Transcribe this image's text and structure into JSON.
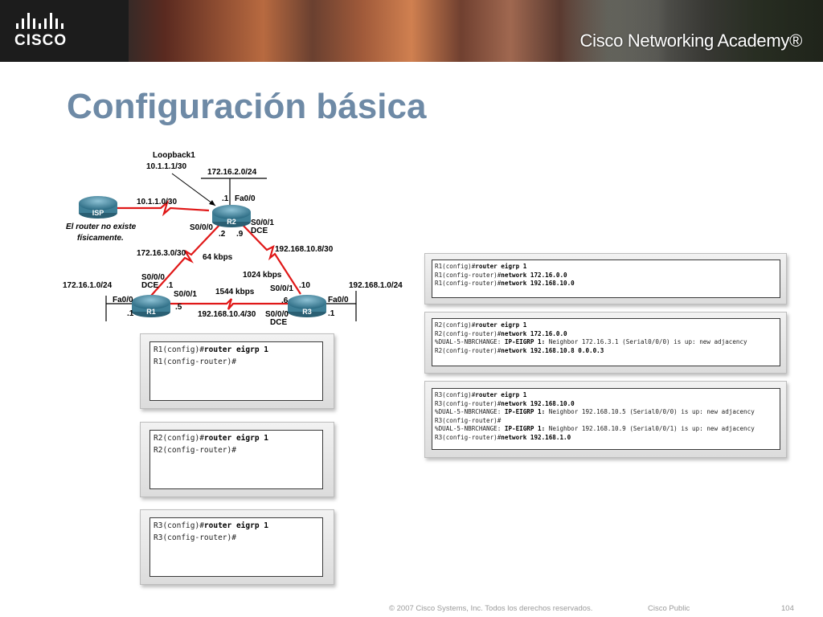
{
  "header": {
    "logo_text": "CISCO",
    "academy_text": "Cisco Networking Academy®"
  },
  "title": "Configuración básica",
  "topology": {
    "routers": {
      "isp": "ISP",
      "r1": "R1",
      "r2": "R2",
      "r3": "R3"
    },
    "loopback_label": "Loopback1",
    "loopback_addr": "10.1.1.1/30",
    "isp_link": "10.1.1.0/30",
    "isp_note_line1": "El router no existe",
    "isp_note_line2": "físicamente.",
    "r2_lan": "172.16.2.0/24",
    "r2_fa_dot": ".1",
    "r2_fa": "Fa0/0",
    "r2_s000": "S0/0/0",
    "r2_s001": "S0/0/1",
    "r2_dce": "DCE",
    "r2_dot2": ".2",
    "r2_dot9": ".9",
    "link_r1r2": "172.16.3.0/30",
    "speed_r1r2": "64 kbps",
    "link_r2r3": "192.168.10.8/30",
    "speed_r2r3": "1024 kbps",
    "r1_lan": "172.16.1.0/24",
    "r1_s000": "S0/0/0",
    "r1_dce": "DCE",
    "r1_dot1": ".1",
    "r1_s001": "S0/0/1",
    "speed_r1r3": "1544 kbps",
    "r1_dot5": ".5",
    "r1_fa": "Fa0/0",
    "r1_fa_dot": ".1",
    "link_r1r3": "192.168.10.4/30",
    "r3_s001": "S0/0/1",
    "r3_dot10": ".10",
    "r3_dot6": ".6",
    "r3_s000": "S0/0/0",
    "r3_dce": "DCE",
    "r3_lan": "192.168.1.0/24",
    "r3_fa": "Fa0/0",
    "r3_fa_dot": ".1"
  },
  "left_cli": [
    {
      "prompt": "R1(config)#",
      "cmd": "router eigrp 1",
      "lines": [
        {
          "prompt": "R1(config-router)#",
          "cmd": ""
        }
      ]
    },
    {
      "prompt": "R2(config)#",
      "cmd": "router eigrp 1",
      "lines": [
        {
          "prompt": "R2(config-router)#",
          "cmd": ""
        }
      ]
    },
    {
      "prompt": "R3(config)#",
      "cmd": "router eigrp 1",
      "lines": [
        {
          "prompt": "R3(config-router)#",
          "cmd": ""
        }
      ]
    }
  ],
  "right_cli": [
    {
      "lines": [
        {
          "prompt": "R1(config)#",
          "cmd": "router eigrp 1",
          "rest": ""
        },
        {
          "prompt": "R1(config-router)#",
          "cmd": "network 172.16.0.0",
          "rest": ""
        },
        {
          "prompt": "R1(config-router)#",
          "cmd": "network 192.168.10.0",
          "rest": ""
        }
      ]
    },
    {
      "lines": [
        {
          "prompt": "R2(config)#",
          "cmd": "router eigrp 1",
          "rest": ""
        },
        {
          "prompt": "R2(config-router)#",
          "cmd": "network 172.16.0.0",
          "rest": ""
        },
        {
          "prompt": "%DUAL-5-NBRCHANGE: ",
          "cmd": "IP-EIGRP 1:",
          "rest": " Neighbor 172.16.3.1 (Serial0/0/0) is up: new adjacency"
        },
        {
          "prompt": "R2(config-router)#",
          "cmd": "network 192.168.10.8 0.0.0.3",
          "rest": ""
        }
      ]
    },
    {
      "lines": [
        {
          "prompt": "R3(config)#",
          "cmd": "router eigrp 1",
          "rest": ""
        },
        {
          "prompt": "R3(config-router)#",
          "cmd": "network 192.168.10.0",
          "rest": ""
        },
        {
          "prompt": "%DUAL-5-NBRCHANGE: ",
          "cmd": "IP-EIGRP 1:",
          "rest": " Neighbor 192.168.10.5 (Serial0/0/0) is up: new adjacency"
        },
        {
          "prompt": "R3(config-router)#",
          "cmd": "",
          "rest": ""
        },
        {
          "prompt": "%DUAL-5-NBRCHANGE: ",
          "cmd": "IP-EIGRP 1:",
          "rest": " Neighbor 192.168.10.9 (Serial0/0/1) is up: new adjacency"
        },
        {
          "prompt": "R3(config-router)#",
          "cmd": "network 192.168.1.0",
          "rest": ""
        }
      ]
    }
  ],
  "footer": {
    "copyright": "© 2007 Cisco Systems, Inc. Todos los derechos reservados.",
    "classification": "Cisco Public",
    "page": "104"
  },
  "colors": {
    "title": "#6e8aa6",
    "link": "#e01818",
    "router": "#3f7f96"
  }
}
